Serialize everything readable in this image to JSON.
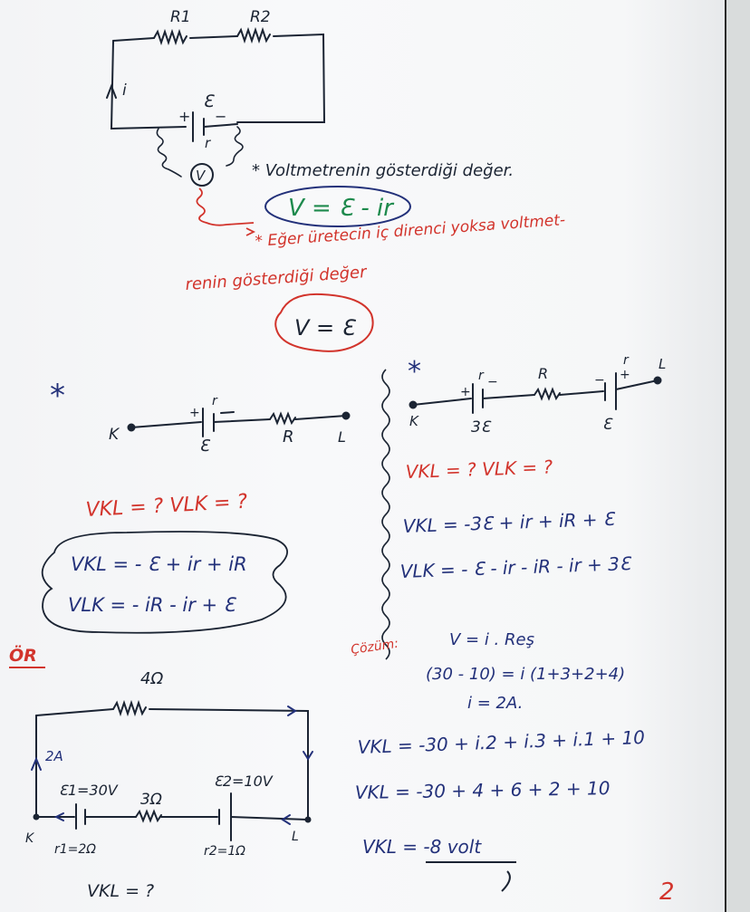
{
  "colors": {
    "ink_black": "#1b2433",
    "ink_blue": "#23317a",
    "ink_red": "#d2342c",
    "ink_green": "#1e8a4d",
    "paper": "#f6f7f8"
  },
  "circuit1": {
    "r1": "R1",
    "r2": "R2",
    "current": "i",
    "emf": "Ɛ",
    "plus": "+",
    "minus": "−",
    "internal_r": "r",
    "voltmeter": "V"
  },
  "notes": {
    "voltmeter_reading": "* Voltmetrenin gösterdiği değer.",
    "formula1": "V = Ɛ - ir",
    "no_internal_line1": "* Eğer üretecin iç direnci yoksa voltmet-",
    "no_internal_line2": "renin gösterdiği değer",
    "formula2": "V = Ɛ"
  },
  "left_example": {
    "star": "*",
    "k": "K",
    "l": "L",
    "r": "r",
    "emf": "Ɛ",
    "resistor": "R",
    "question": "VKL = ?   VLK = ?",
    "eq1": "VKL = - Ɛ + ir + iR",
    "eq2": "VLK = - iR - ir + Ɛ"
  },
  "right_example": {
    "star": "*",
    "k": "K",
    "l": "L",
    "r_left": "r",
    "r_right": "r",
    "emf_left": "3Ɛ",
    "emf_right": "Ɛ",
    "resistor": "R",
    "question": "VKL = ?   VLK = ?",
    "eq1": "VKL = -3Ɛ + ir + iR + Ɛ",
    "eq2": "VLK = - Ɛ - ir - iR - ir + 3Ɛ"
  },
  "example": {
    "label": "ÖR",
    "top_resistor": "4Ω",
    "current": "2A",
    "e1": "Ɛ1=30V",
    "r1": "r1=2Ω",
    "middle_resistor": "3Ω",
    "e2": "Ɛ2=10V",
    "r2": "r2=1Ω",
    "k": "K",
    "l": "L",
    "question": "VKL = ?"
  },
  "solution": {
    "label": "Çözüm:",
    "line1": "V = i . Reş",
    "line2": "(30 - 10) = i (1+3+2+4)",
    "line3": "i = 2A.",
    "line4": "VKL = -30 + i.2 + i.3 + i.1 + 10",
    "line5": "VKL = -30 + 4 + 6 + 2 + 10",
    "line6": "VKL = -8 volt"
  },
  "page_number": "2"
}
